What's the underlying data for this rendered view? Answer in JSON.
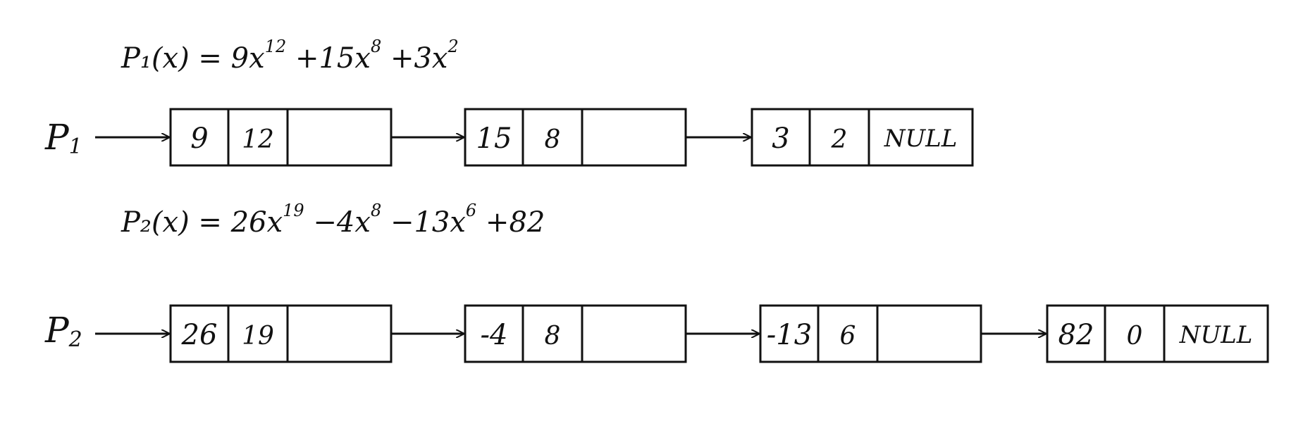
{
  "equations": [
    {
      "lhs": "P₁(x) =",
      "terms": [
        {
          "coef": "9",
          "pow": "12"
        },
        {
          "coef": "+15",
          "pow": "8"
        },
        {
          "coef": "+3",
          "pow": "2"
        }
      ]
    },
    {
      "lhs": "P₂(x) =",
      "terms": [
        {
          "coef": "26",
          "pow": "19"
        },
        {
          "coef": "−4",
          "pow": "8"
        },
        {
          "coef": "−13",
          "pow": "6"
        },
        {
          "coef": "+82",
          "pow": ""
        }
      ]
    }
  ],
  "lists": [
    {
      "head": "P",
      "head_sub": "1",
      "nodes": [
        {
          "coef": "9",
          "exp": "12",
          "link": ""
        },
        {
          "coef": "15",
          "exp": "8",
          "link": ""
        },
        {
          "coef": "3",
          "exp": "2",
          "link": "NULL"
        }
      ]
    },
    {
      "head": "P",
      "head_sub": "2",
      "nodes": [
        {
          "coef": "26",
          "exp": "19",
          "link": ""
        },
        {
          "coef": "-4",
          "exp": "8",
          "link": ""
        },
        {
          "coef": "-13",
          "exp": "6",
          "link": ""
        },
        {
          "coef": "82",
          "exp": "0",
          "link": "NULL"
        }
      ]
    }
  ]
}
